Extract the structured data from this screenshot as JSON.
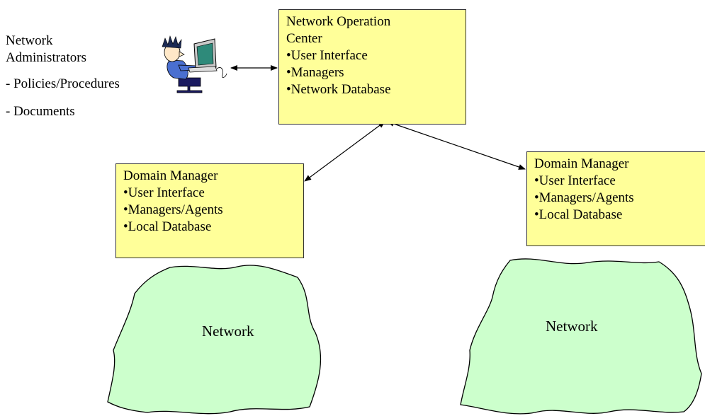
{
  "admin": {
    "label_line1": "Network",
    "label_line2": "Administrators",
    "item1": "- Policies/Procedures",
    "item2": "- Documents",
    "icon": "person-at-computer-icon"
  },
  "noc": {
    "title_line1": "Network Operation",
    "title_line2": "Center",
    "items": [
      "•User Interface",
      "•Managers",
      "•Network Database"
    ]
  },
  "domain_left": {
    "title": "Domain Manager",
    "items": [
      "•User Interface",
      "•Managers/Agents",
      "•Local Database"
    ]
  },
  "domain_right": {
    "title": "Domain Manager",
    "items": [
      "•User Interface",
      "•Managers/Agents",
      "•Local Database"
    ]
  },
  "network_left": {
    "label": "Network"
  },
  "network_right": {
    "label": "Network"
  },
  "colors": {
    "box_fill": "#ffff99",
    "cloud_fill": "#ccffcc"
  }
}
